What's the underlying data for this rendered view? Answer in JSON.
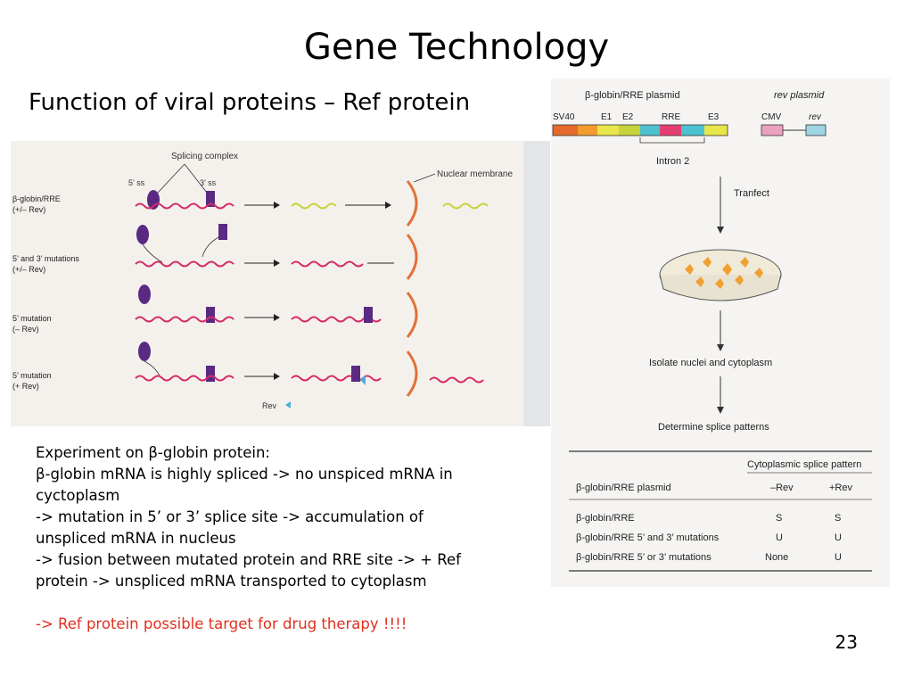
{
  "slide": {
    "title": "Gene Technology",
    "subtitle": "Function of viral proteins – Ref protein",
    "page_number": "23"
  },
  "left_figure": {
    "splicing_complex": "Splicing complex",
    "five_ss": "5’ ss",
    "three_ss": "3’ ss",
    "nuclear_membrane": "Nuclear membrane",
    "rows": [
      {
        "line1": "β-globin/RRE",
        "line2": "(+/– Rev)"
      },
      {
        "line1": "5’ and 3’ mutations",
        "line2": "(+/– Rev)"
      },
      {
        "line1": "5’ mutation",
        "line2": "(– Rev)"
      },
      {
        "line1": "5’ mutation",
        "line2": "(+ Rev)"
      }
    ],
    "rev_label": "Rev"
  },
  "right_figure": {
    "globin_plasmid": "β-globin/RRE plasmid",
    "rev_plasmid": "rev plasmid",
    "segments": [
      "SV40",
      "E1",
      "E2",
      "RRE",
      "E3"
    ],
    "cmv": "CMV",
    "rev": "rev",
    "intron": "Intron 2",
    "transfect": "Tranfect",
    "isolate": "Isolate nuclei and cytoplasm",
    "determine": "Determine splice patterns",
    "table": {
      "caption": "Cytoplasmic splice pattern",
      "headers": [
        "β-globin/RRE plasmid",
        "–Rev",
        "+Rev"
      ],
      "rows": [
        [
          "β-globin/RRE",
          "S",
          "S"
        ],
        [
          "β-globin/RRE 5’ and 3’ mutations",
          "U",
          "U"
        ],
        [
          "β-globin/RRE 5’ or 3’ mutations",
          "None",
          "U"
        ]
      ]
    }
  },
  "notes": {
    "lines": [
      "Experiment on β-globin protein:",
      "β-globin mRNA is highly spliced -> no unspiced mRNA in",
      "cyctoplasm",
      "-> mutation in 5’ or 3’ splice site -> accumulation of",
      "unspliced mRNA in nucleus",
      "-> fusion between mutated protein and RRE site ->  + Ref",
      "protein -> unspliced mRNA transported to cytoplasm"
    ],
    "highlight": "-> Ref protein possible target for drug therapy !!!!"
  }
}
